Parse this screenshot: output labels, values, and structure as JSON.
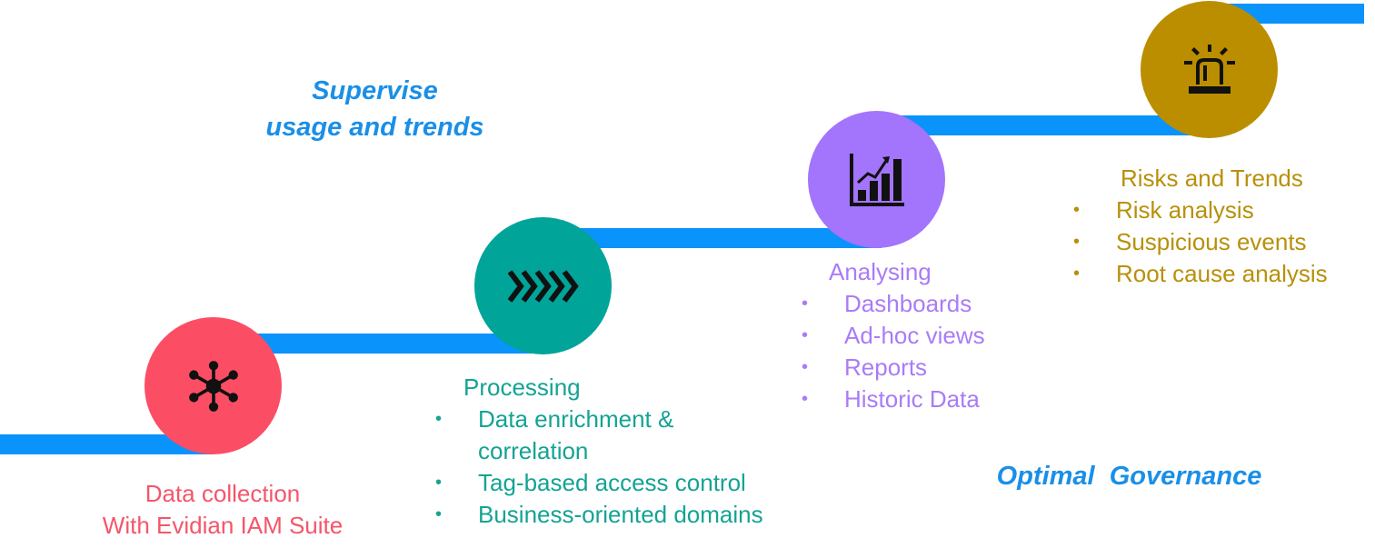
{
  "taglines": {
    "supervise_line1": "Supervise",
    "supervise_line2": "usage and trends",
    "optimal": "Optimal  Governance"
  },
  "stages": [
    {
      "icon": "network-hub-icon",
      "color": "#fb4e65",
      "title_lines": [
        "Data collection",
        "With Evidian IAM Suite"
      ],
      "bullets": []
    },
    {
      "icon": "chevrons-forward-icon",
      "color": "#00a499",
      "title": "Processing",
      "bullets": [
        "Data enrichment & correlation",
        "Tag-based access control",
        "Business-oriented domains"
      ]
    },
    {
      "icon": "bar-chart-trend-icon",
      "color": "#a374fc",
      "title": "Analysing",
      "bullets": [
        "Dashboards",
        "Ad-hoc views",
        "Reports",
        "Historic Data"
      ]
    },
    {
      "icon": "alarm-siren-icon",
      "color": "#bb8e00",
      "title": "Risks and Trends",
      "bullets": [
        "Risk analysis",
        "Suspicious events",
        "Root cause analysis"
      ]
    }
  ],
  "colors": {
    "staircase": "#0a93fb",
    "tagline": "#1a8fe8",
    "icon": "#111111"
  }
}
